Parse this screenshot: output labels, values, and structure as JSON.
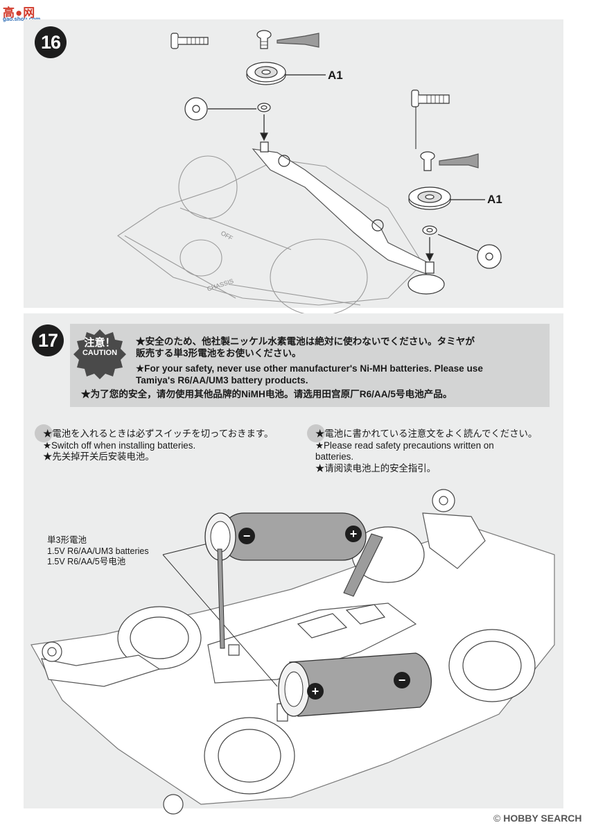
{
  "watermark_top_left": {
    "brand": "高●网",
    "url": "gao.shou.com"
  },
  "watermark_bottom_right": {
    "site": "HOBBY SEARCH",
    "copyright": "©"
  },
  "step16": {
    "number": "16",
    "callout_upper": "A1",
    "callout_lower": "A1",
    "chassis_text": "CHASSIS",
    "switch_text": "OFF"
  },
  "step17": {
    "number": "17",
    "caution_badge": {
      "jp": "注意！",
      "en": "CAUTION"
    },
    "caution_lines": [
      "★安全のため、他社製ニッケル水素電池は絶対に使わないでください。タミヤが",
      "販売する単3形電池をお使いください。",
      "★For your safety, never use other manufacturer's Ni-MH batteries. Please use",
      "Tamiya's R6/AA/UM3 battery products.",
      "★为了您的安全，请勿使用其他品牌的NiMH电池。请选用田宫原厂R6/AA/5号电池产品。"
    ],
    "note_left": [
      "★電池を入れるときは必ずスイッチを切っておきます。",
      "★Switch off when installing batteries.",
      "★先关掉开关后安装电池。"
    ],
    "note_right": [
      "★電池に書かれている注意文をよく読んでください。",
      "★Please read safety precautions written on",
      "batteries.",
      "★请阅读电池上的安全指引。"
    ],
    "battery_label": [
      "単3形電池",
      "1.5V R6/AA/UM3 batteries",
      "1.5V R6/AA/5号电池"
    ],
    "battery_top": {
      "left_terminal": "−",
      "right_terminal": "+"
    },
    "battery_bottom": {
      "left_terminal": "+",
      "right_terminal": "−"
    }
  }
}
